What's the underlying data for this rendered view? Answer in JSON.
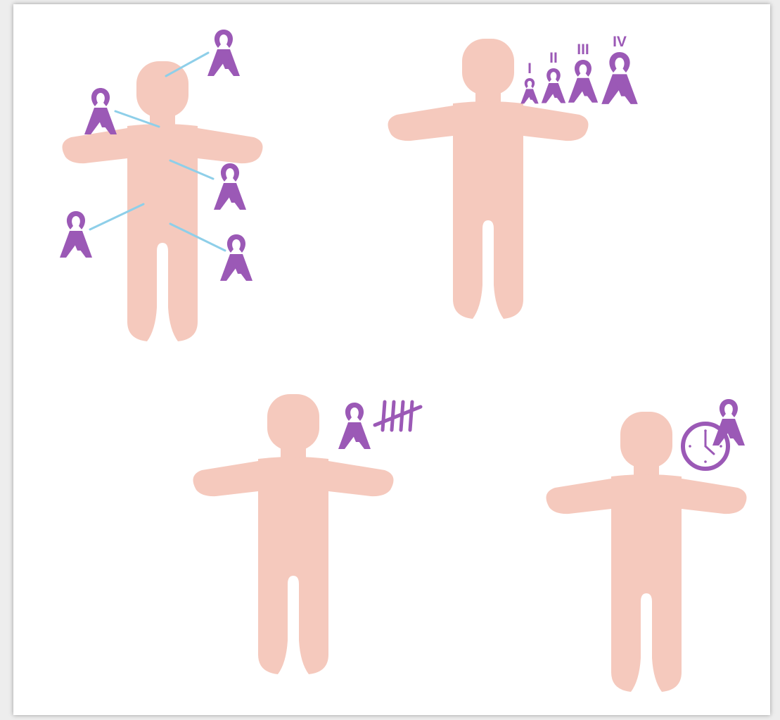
{
  "colors": {
    "skin": "#f5c9bd",
    "ribbon": "#9b59b6",
    "connector": "#8ecfe9",
    "background": "#ffffff"
  },
  "figures": [
    {
      "name": "figure-with-multiple-ribbon-sites",
      "icons": [
        "awareness-ribbon-icon"
      ]
    },
    {
      "name": "figure-with-cancer-stages",
      "icons": [
        "awareness-ribbon-icon"
      ]
    },
    {
      "name": "figure-with-tally-count",
      "icons": [
        "awareness-ribbon-icon",
        "tally-marks-icon"
      ]
    },
    {
      "name": "figure-with-time",
      "icons": [
        "awareness-ribbon-icon",
        "clock-icon"
      ]
    }
  ],
  "stages": {
    "i": "I",
    "ii": "II",
    "iii": "III",
    "iv": "IV"
  }
}
